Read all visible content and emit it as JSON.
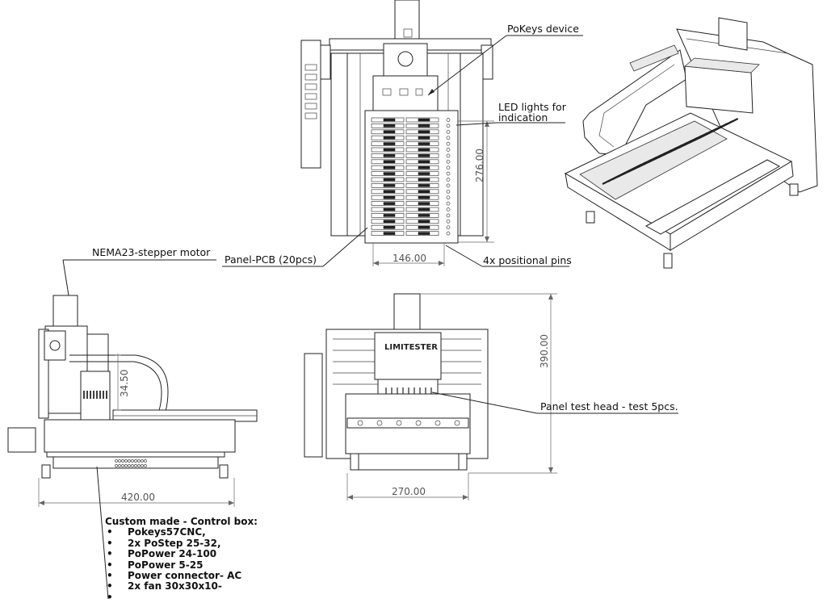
{
  "labels": {
    "pokeys_device": "PoKeys device",
    "led_lights_1": "LED lights for",
    "led_lights_2": "indication",
    "nema23": "NEMA23-stepper motor",
    "panel_pcb": "Panel-PCB (20pcs)",
    "positional_pins": "4x positional pins",
    "panel_test_head": "Panel test head - test 5pcs.",
    "brand_logo": "LIMITESTER"
  },
  "dimensions": {
    "height_276": "276.00",
    "width_146": "146.00",
    "height_34_5": "34.50",
    "width_420": "420.00",
    "height_390": "390.00",
    "width_270": "270.00"
  },
  "control_box": {
    "title": "Custom made - Control box:",
    "items": [
      "Pokeys57CNC,",
      "2x PoStep 25-32,",
      "PoPower 24-100",
      "PoPower 5-25",
      "Power connector- AC",
      "2x fan 30x30x10-",
      ""
    ]
  }
}
